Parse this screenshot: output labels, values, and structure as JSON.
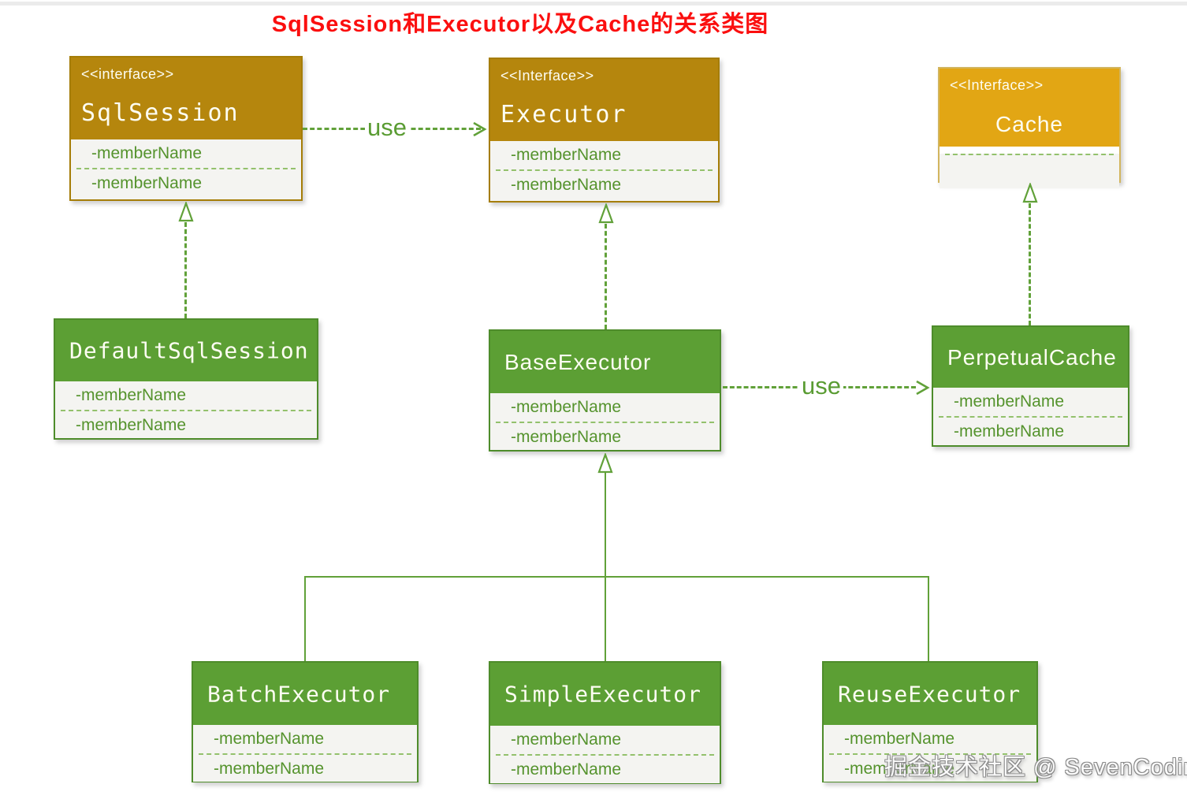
{
  "title": "SqlSession和Executor以及Cache的关系类图",
  "watermark": "掘金技术社区 @ SevenCoding",
  "colors": {
    "title_red": "#fb0f0f",
    "interface_header_gold": "#b5860d",
    "cache_header_amber": "#e2a614",
    "class_header_green": "#5c9f34",
    "connector_green": "#61a139",
    "member_text_green": "#55932d",
    "body_background": "#f4f4f1"
  },
  "classes": {
    "sqlsession": {
      "stereotype": "<<interface>>",
      "name": "SqlSession",
      "members": [
        "-memberName",
        "-memberName"
      ]
    },
    "executor": {
      "stereotype": "<<Interface>>",
      "name": "Executor",
      "members": [
        "-memberName",
        "-memberName"
      ]
    },
    "cache": {
      "stereotype": "<<Interface>>",
      "name": "Cache",
      "members": []
    },
    "defaultsqlsession": {
      "name": "DefaultSqlSession",
      "members": [
        "-memberName",
        "-memberName"
      ]
    },
    "baseexecutor": {
      "name": "BaseExecutor",
      "members": [
        "-memberName",
        "-memberName"
      ]
    },
    "perpetualcache": {
      "name": "PerpetualCache",
      "members": [
        "-memberName",
        "-memberName"
      ]
    },
    "batchexecutor": {
      "name": "BatchExecutor",
      "members": [
        "-memberName",
        "-memberName"
      ]
    },
    "simpleexecutor": {
      "name": "SimpleExecutor",
      "members": [
        "-memberName",
        "-memberName"
      ]
    },
    "reuseexecutor": {
      "name": "ReuseExecutor",
      "members": [
        "-memberName",
        "-memberName"
      ]
    }
  },
  "relations": {
    "use1": {
      "label": "use",
      "from": "SqlSession",
      "to": "Executor"
    },
    "use2": {
      "label": "use",
      "from": "BaseExecutor",
      "to": "PerpetualCache"
    },
    "implements1": {
      "from": "DefaultSqlSession",
      "to": "SqlSession"
    },
    "implements2": {
      "from": "BaseExecutor",
      "to": "Executor"
    },
    "implements3": {
      "from": "PerpetualCache",
      "to": "Cache"
    },
    "extends": {
      "from": [
        "BatchExecutor",
        "SimpleExecutor",
        "ReuseExecutor"
      ],
      "to": "BaseExecutor"
    }
  }
}
